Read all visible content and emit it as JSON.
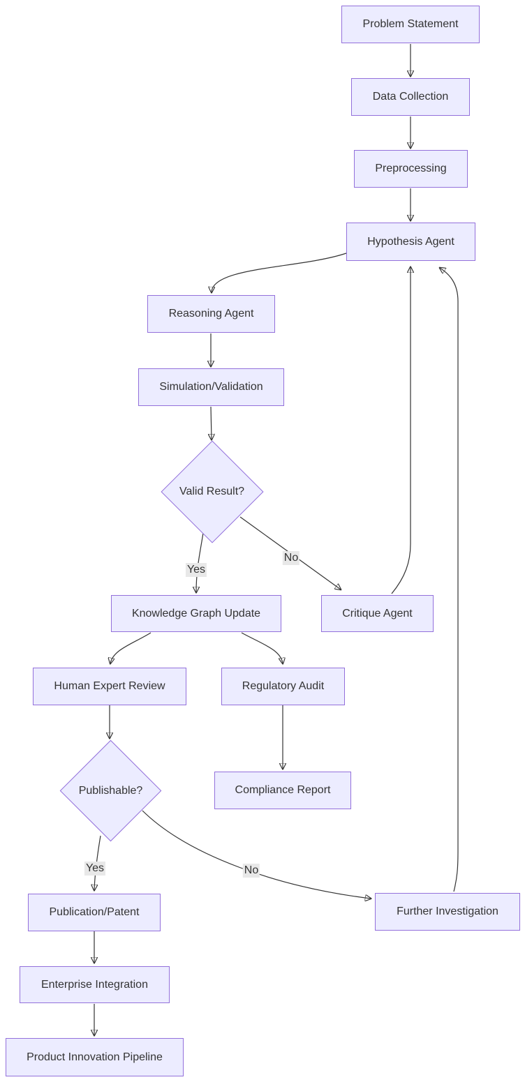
{
  "diagram": {
    "type": "flowchart",
    "direction": "top-down",
    "colors": {
      "node_fill": "#ECECFF",
      "node_border": "#9370DB",
      "node_text": "#333333",
      "edge_line": "#333333",
      "edge_label_bg": "#e8e8e8",
      "background": "#ffffff"
    },
    "nodes": {
      "problem_statement": {
        "label": "Problem Statement",
        "shape": "rect"
      },
      "data_collection": {
        "label": "Data Collection",
        "shape": "rect"
      },
      "preprocessing": {
        "label": "Preprocessing",
        "shape": "rect"
      },
      "hypothesis_agent": {
        "label": "Hypothesis Agent",
        "shape": "rect"
      },
      "reasoning_agent": {
        "label": "Reasoning Agent",
        "shape": "rect"
      },
      "simulation_validation": {
        "label": "Simulation/Validation",
        "shape": "rect"
      },
      "valid_result": {
        "label": "Valid Result?",
        "shape": "diamond"
      },
      "knowledge_graph_update": {
        "label": "Knowledge Graph Update",
        "shape": "rect"
      },
      "critique_agent": {
        "label": "Critique Agent",
        "shape": "rect"
      },
      "human_expert_review": {
        "label": "Human Expert Review",
        "shape": "rect"
      },
      "regulatory_audit": {
        "label": "Regulatory Audit",
        "shape": "rect"
      },
      "publishable": {
        "label": "Publishable?",
        "shape": "diamond"
      },
      "compliance_report": {
        "label": "Compliance Report",
        "shape": "rect"
      },
      "publication_patent": {
        "label": "Publication/Patent",
        "shape": "rect"
      },
      "further_investigation": {
        "label": "Further Investigation",
        "shape": "rect"
      },
      "enterprise_integration": {
        "label": "Enterprise Integration",
        "shape": "rect"
      },
      "product_innovation_pipeline": {
        "label": "Product Innovation Pipeline",
        "shape": "rect"
      }
    },
    "edge_labels": {
      "valid_result_yes": "Yes",
      "valid_result_no": "No",
      "publishable_yes": "Yes",
      "publishable_no": "No"
    },
    "edges": [
      {
        "from": "problem_statement",
        "to": "data_collection",
        "label": ""
      },
      {
        "from": "data_collection",
        "to": "preprocessing",
        "label": ""
      },
      {
        "from": "preprocessing",
        "to": "hypothesis_agent",
        "label": ""
      },
      {
        "from": "hypothesis_agent",
        "to": "reasoning_agent",
        "label": ""
      },
      {
        "from": "reasoning_agent",
        "to": "simulation_validation",
        "label": ""
      },
      {
        "from": "simulation_validation",
        "to": "valid_result",
        "label": ""
      },
      {
        "from": "valid_result",
        "to": "knowledge_graph_update",
        "label": "Yes"
      },
      {
        "from": "valid_result",
        "to": "critique_agent",
        "label": "No"
      },
      {
        "from": "critique_agent",
        "to": "hypothesis_agent",
        "label": ""
      },
      {
        "from": "knowledge_graph_update",
        "to": "human_expert_review",
        "label": ""
      },
      {
        "from": "knowledge_graph_update",
        "to": "regulatory_audit",
        "label": ""
      },
      {
        "from": "human_expert_review",
        "to": "publishable",
        "label": ""
      },
      {
        "from": "regulatory_audit",
        "to": "compliance_report",
        "label": ""
      },
      {
        "from": "publishable",
        "to": "publication_patent",
        "label": "Yes"
      },
      {
        "from": "publishable",
        "to": "further_investigation",
        "label": "No"
      },
      {
        "from": "further_investigation",
        "to": "hypothesis_agent",
        "label": ""
      },
      {
        "from": "publication_patent",
        "to": "enterprise_integration",
        "label": ""
      },
      {
        "from": "enterprise_integration",
        "to": "product_innovation_pipeline",
        "label": ""
      }
    ]
  }
}
